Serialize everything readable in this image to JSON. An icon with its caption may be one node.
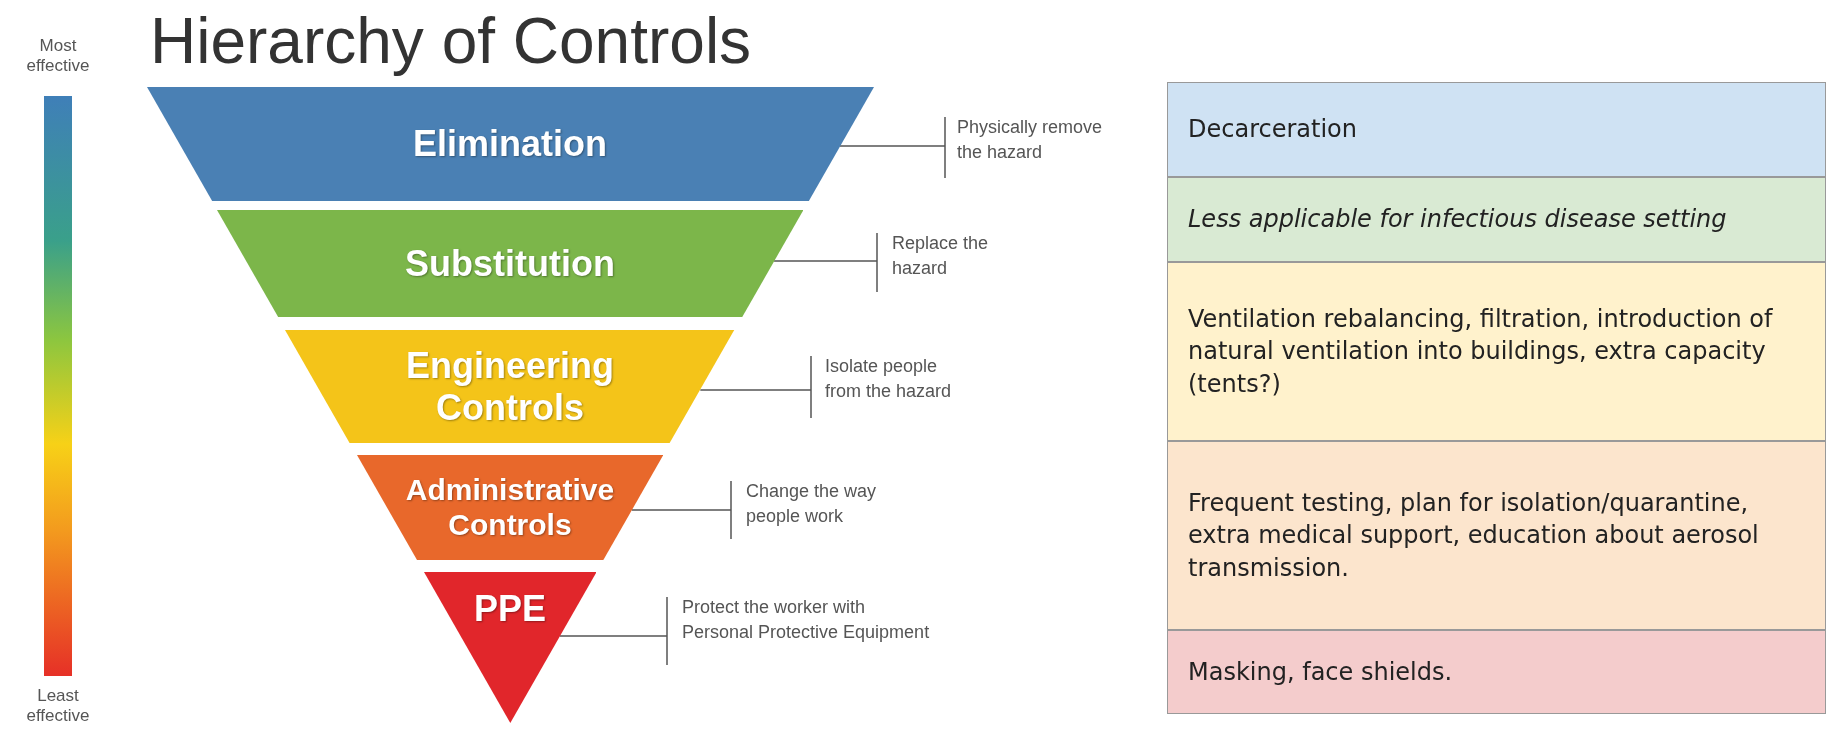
{
  "diagram": {
    "title": "Hierarchy of Controls",
    "nodes": [
      {
        "text": [
          "Elimination"
        ]
      },
      {
        "text": [
          "Substitution"
        ]
      },
      {
        "text": [
          "Engineering Controls"
        ]
      },
      {
        "text": [
          "Administrative Controls"
        ]
      },
      {
        "text": [
          "PPE"
        ]
      },
      {
        "text": [
          "Physically remove the hazard"
        ]
      },
      {
        "text": [
          "Replace the hazard"
        ]
      },
      {
        "text": [
          "Isolate people from the hazard"
        ]
      },
      {
        "text": [
          "Change the way people work"
        ]
      },
      {
        "text": [
          "Protect the worker with Personal Protective Equipment"
        ]
      },
      {
        "text": [
          "Decarceration"
        ]
      },
      {
        "text": [
          "Less applicable for infectious disease setting"
        ]
      },
      {
        "text": [
          "Ventilation rebalancing, filtration, introduction of natural ventilation into buildings, extra capacity (tents?)"
        ]
      },
      {
        "text": [
          "Frequent testing, plan for isolation/quarantine, extra medical support, education about aerosol transmission."
        ]
      },
      {
        "text": [
          "Masking, face shields."
        ]
      },
      {
        "text": [],
        "shape": "bar"
      }
    ],
    "edges": [
      {
        "from": 5,
        "to": 0,
        "arrow": "none"
      },
      {
        "from": 6,
        "to": 1,
        "arrow": "none"
      },
      {
        "from": 7,
        "to": 2,
        "arrow": "none"
      },
      {
        "from": 8,
        "to": 3,
        "arrow": "none"
      },
      {
        "from": 9,
        "to": 4,
        "arrow": "none"
      }
    ],
    "labels": [
      "Most effective",
      "Least effective"
    ]
  }
}
